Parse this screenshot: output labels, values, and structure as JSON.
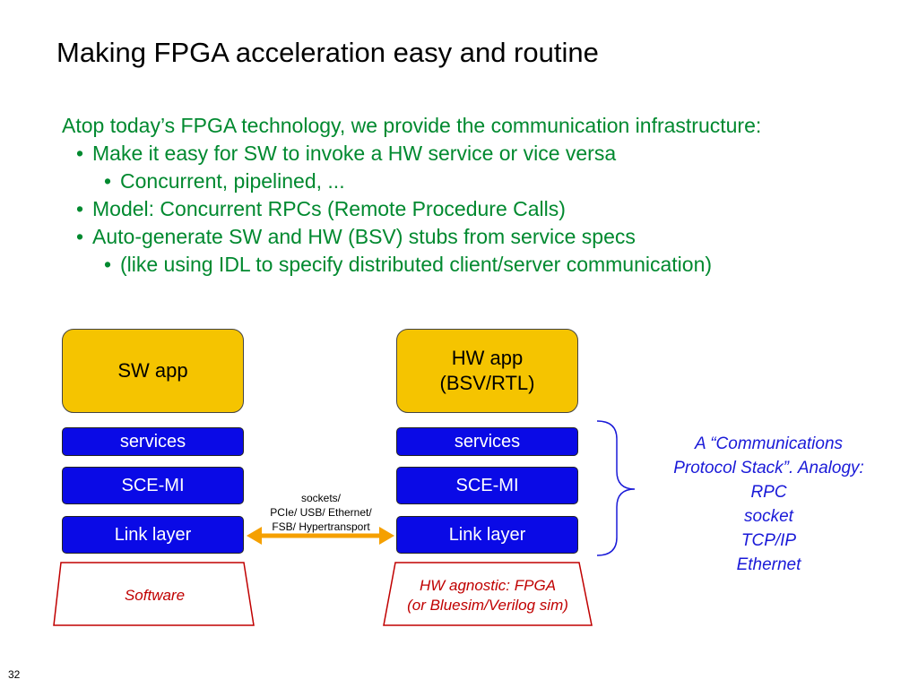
{
  "slide": {
    "title": "Making FPGA acceleration easy and routine",
    "page_number": "32"
  },
  "bullets": [
    {
      "text": "Atop today’s FPGA technology, we provide the communication infrastructure:",
      "level": 0
    },
    {
      "text": "Make it easy for SW to invoke a HW service or vice versa",
      "level": 1
    },
    {
      "text": "Concurrent, pipelined, ...",
      "level": 2
    },
    {
      "text": "Model: Concurrent RPCs (Remote Procedure Calls)",
      "level": 1
    },
    {
      "text": "Auto-generate SW and HW (BSV) stubs from service specs",
      "level": 1
    },
    {
      "text": "(like using IDL to specify distributed client/server communication)",
      "level": 2
    }
  ],
  "diagram": {
    "sw_app": "SW app",
    "hw_app_line1": "HW app",
    "hw_app_line2": "(BSV/RTL)",
    "sw_layers": {
      "services": "services",
      "scemi": "SCE-MI",
      "link": "Link layer"
    },
    "hw_layers": {
      "services": "services",
      "scemi": "SCE-MI",
      "link": "Link layer"
    },
    "link_label": {
      "line1": "sockets/",
      "line2": "PCIe/ USB/ Ethernet/",
      "line3": "FSB/ Hypertransport"
    },
    "software_base": "Software",
    "hw_base_line1": "HW agnostic: FPGA",
    "hw_base_line2": "(or Bluesim/Verilog sim)",
    "stack_annotation": [
      "A “Communications",
      "Protocol Stack”. Analogy:",
      "RPC",
      "socket",
      "TCP/IP",
      "Ethernet"
    ],
    "colors": {
      "app_fill": "#f5c400",
      "layer_fill": "#0a0ae6",
      "arrow": "#f5a000",
      "bullet_text": "#00892f",
      "annotation_text": "#1a1ad8",
      "base_text": "#c00000"
    }
  }
}
